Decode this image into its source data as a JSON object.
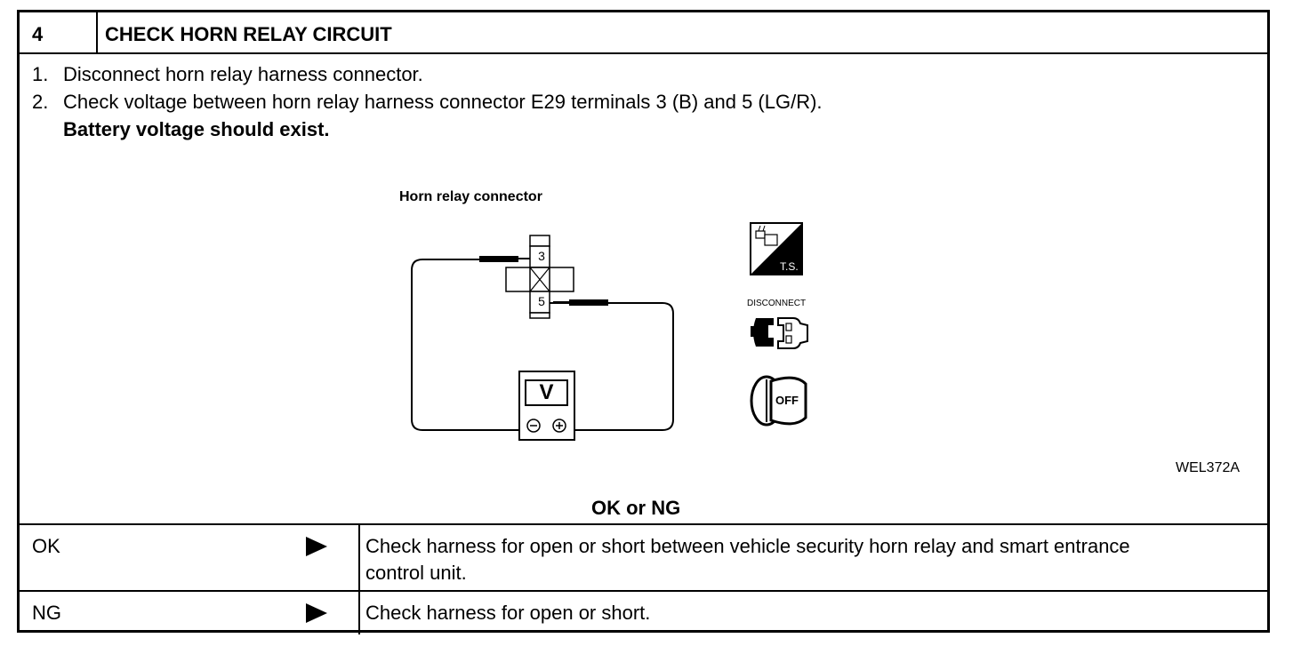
{
  "header": {
    "step_number": "4",
    "title": "CHECK HORN RELAY CIRCUIT"
  },
  "instructions": {
    "step1_num": "1.",
    "step1_text": "Disconnect horn relay harness connector.",
    "step2_num": "2.",
    "step2_text": "Check voltage between horn relay harness connector E29 terminals 3 (B) and 5 (LG/R).",
    "expected": "Battery voltage should exist."
  },
  "figure": {
    "connector_label": "Horn relay connector",
    "terminal_a": "3",
    "terminal_b": "5",
    "meter_label": "V",
    "meter_minus": "−",
    "meter_plus": "+",
    "ts_label": "T.S.",
    "disconnect_label": "DISCONNECT",
    "ignition_label": "OFF",
    "figure_id": "WEL372A",
    "icons": [
      "ts-icon",
      "disconnect-connector-icon",
      "ignition-off-icon",
      "voltmeter-icon"
    ]
  },
  "question": "OK or NG",
  "results": [
    {
      "status": "OK",
      "action_line1": "Check harness for open or short between vehicle security horn relay and smart entrance",
      "action_line2": "control unit."
    },
    {
      "status": "NG",
      "action_line1": "Check harness for open or short.",
      "action_line2": ""
    }
  ]
}
